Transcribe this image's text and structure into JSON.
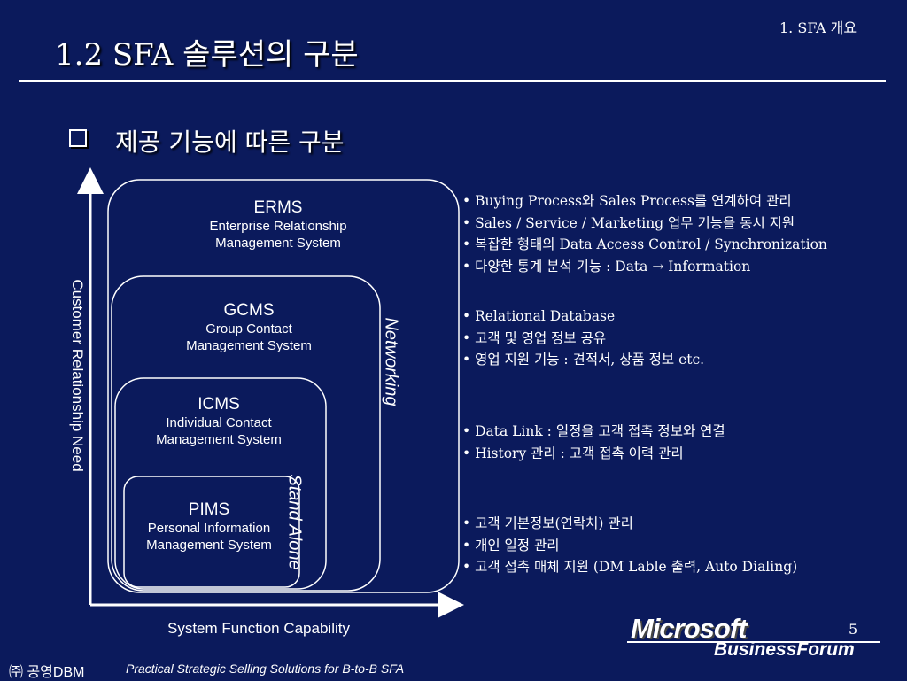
{
  "header": {
    "section_label": "1. SFA 개요",
    "title": "1.2 SFA 솔루션의 구분",
    "subtitle": "제공 기능에 따른 구분"
  },
  "diagram": {
    "y_axis_label": "Customer Relationship Need",
    "x_axis_label": "System Function Capability",
    "networking_label": "Networking",
    "standalone_label": "Stand Alone",
    "systems": [
      {
        "name": "ERMS",
        "line1": "Enterprise Relationship",
        "line2": "Management System"
      },
      {
        "name": "GCMS",
        "line1": "Group Contact",
        "line2": "Management System"
      },
      {
        "name": "ICMS",
        "line1": "Individual Contact",
        "line2": "Management System"
      },
      {
        "name": "PIMS",
        "line1": "Personal Information",
        "line2": "Management System"
      }
    ]
  },
  "descriptions": {
    "erms": [
      "• Buying Process와 Sales Process를 연계하여 관리",
      "• Sales / Service / Marketing 업무 기능을 동시 지원",
      "• 복잡한 형태의 Data Access Control / Synchronization",
      "• 다양한 통계 분석 기능 : Data → Information"
    ],
    "gcms": [
      "• Relational Database",
      "• 고객 및 영업 정보 공유",
      "• 영업 지원 기능 : 견적서, 상품 정보 etc."
    ],
    "icms": [
      "• Data Link : 일정을 고객 접촉 정보와 연결",
      "• History 관리 : 고객 접촉 이력 관리"
    ],
    "pims": [
      "• 고객 기본정보(연락처) 관리",
      "• 개인 일정 관리",
      "• 고객 접촉 매체 지원 (DM Lable 출력, Auto Dialing)"
    ]
  },
  "footer": {
    "company": "㈜ 공영DBM",
    "tagline": "Practical Strategic Selling Solutions for B-to-B SFA",
    "page_number": "5",
    "logo_main": "Microsoft",
    "logo_sub": "BusinessForum"
  },
  "colors": {
    "background": "#0b1a5c",
    "foreground": "#ffffff"
  }
}
